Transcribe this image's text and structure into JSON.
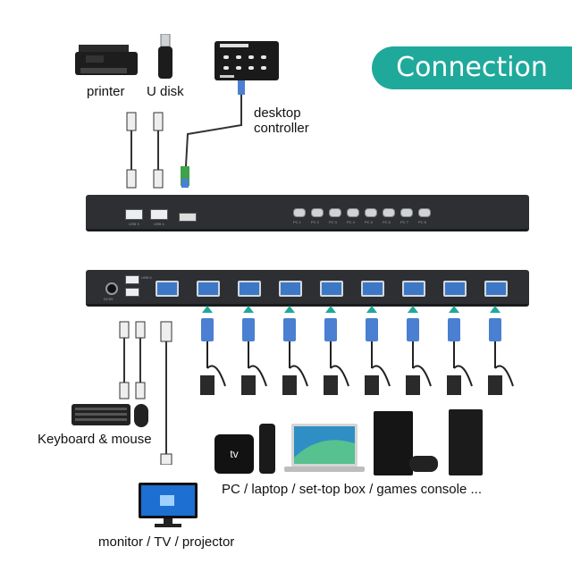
{
  "badge": {
    "text": "Connection"
  },
  "labels": {
    "printer": "printer",
    "u_disk": "U disk",
    "desktop_controller": "desktop\ncontroller",
    "keyboard_mouse": "Keyboard & mouse",
    "pc_line": "PC / laptop / set-top box / games console ...",
    "monitor_line": "monitor / TV / projector"
  },
  "device_panel": {
    "front_usb_labels": [
      "USB 3",
      "USB 4"
    ],
    "button_labels": [
      "PC 1",
      "PC 2",
      "PC 3",
      "PC 4",
      "PC 5",
      "PC 6",
      "PC 7",
      "PC 8"
    ],
    "rear_power_label": "DC5V",
    "rear_usb_label": "USB II"
  },
  "appletv": {
    "text": "tv"
  }
}
